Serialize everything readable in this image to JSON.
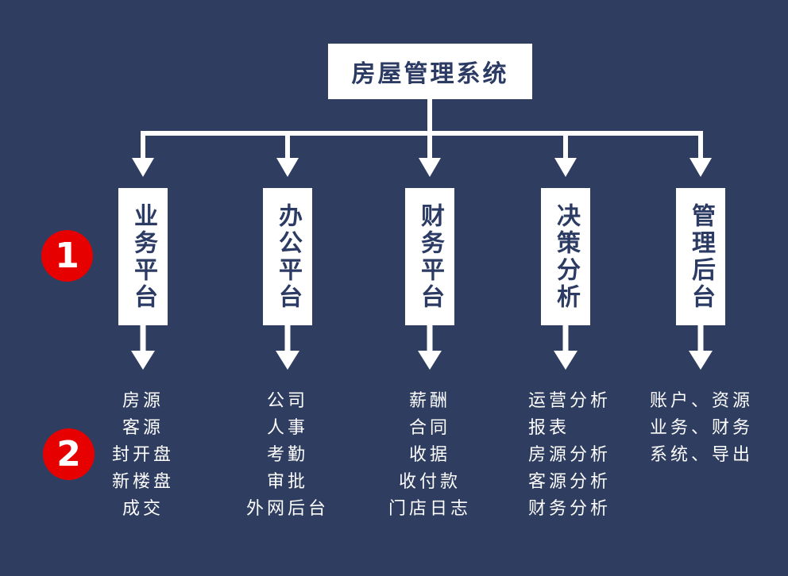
{
  "diagram": {
    "title": "房屋管理系统",
    "badges": [
      {
        "label": "1"
      },
      {
        "label": "2"
      }
    ],
    "columns": [
      {
        "title": "业务平台",
        "items": [
          "房源",
          "客源",
          "封开盘",
          "新楼盘",
          "成交"
        ]
      },
      {
        "title": "办公平台",
        "items": [
          "公司",
          "人事",
          "考勤",
          "审批",
          "外网后台"
        ]
      },
      {
        "title": "财务平台",
        "items": [
          "薪酬",
          "合同",
          "收据",
          "收付款",
          "门店日志"
        ]
      },
      {
        "title": "决策分析",
        "items": [
          "运营分析",
          "报表",
          "房源分析",
          "客源分析",
          "财务分析"
        ]
      },
      {
        "title": "管理后台",
        "items": [
          "账户、资源",
          "业务、财务",
          "系统、导出"
        ]
      }
    ],
    "colors": {
      "background": "#2f3e60",
      "node_fill": "#ffffff",
      "node_text": "#2c3b63",
      "badge_fill": "#e60000",
      "badge_text": "#ffffff",
      "list_text": "#fdfdfd",
      "connector": "#ffffff"
    }
  }
}
